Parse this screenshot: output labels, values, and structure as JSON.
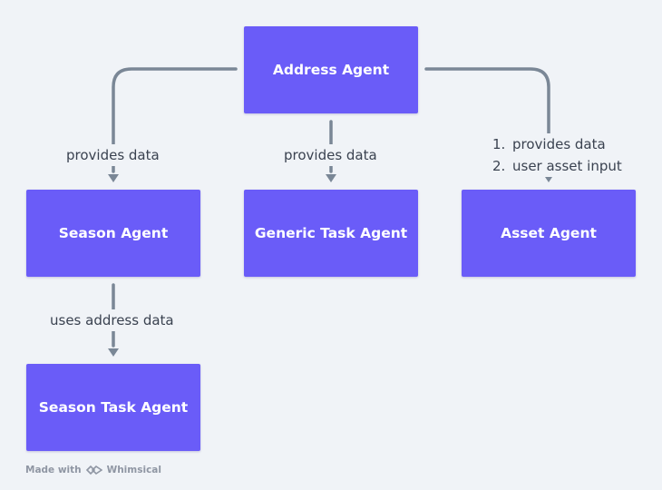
{
  "nodes": {
    "address": "Address Agent",
    "season": "Season Agent",
    "generic_task": "Generic Task Agent",
    "asset": "Asset Agent",
    "season_task": "Season Task Agent"
  },
  "edges": {
    "address_to_season": "provides data",
    "address_to_generic": "provides data",
    "address_to_asset": [
      {
        "num": "1.",
        "text": "provides data"
      },
      {
        "num": "2.",
        "text": "user asset input"
      }
    ],
    "season_to_season_task": "uses address data"
  },
  "footer": {
    "made_with": "Made with",
    "brand": "Whimsical"
  },
  "colors": {
    "node_fill": "#6a5cf8",
    "connector": "#7a8796",
    "background": "#f0f3f7"
  }
}
